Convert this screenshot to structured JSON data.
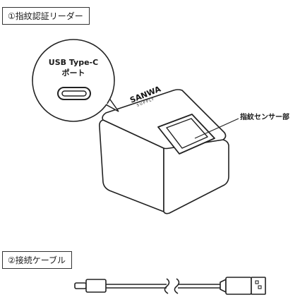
{
  "sections": {
    "reader": {
      "label": "①指紋認証リーダー"
    },
    "cable": {
      "label": "②接続ケーブル"
    }
  },
  "callouts": {
    "usb_port": {
      "line1": "USB Type-C",
      "line2": "ポート"
    },
    "sensor": {
      "label": "指紋センサー部"
    }
  },
  "device": {
    "brand_logo": "SANWA",
    "brand_sub": "SUPPLY"
  },
  "icons": [
    "usb-c-port-icon",
    "fingerprint-reader-illustration",
    "usb-cable-illustration",
    "usb-a-plug-icon"
  ]
}
